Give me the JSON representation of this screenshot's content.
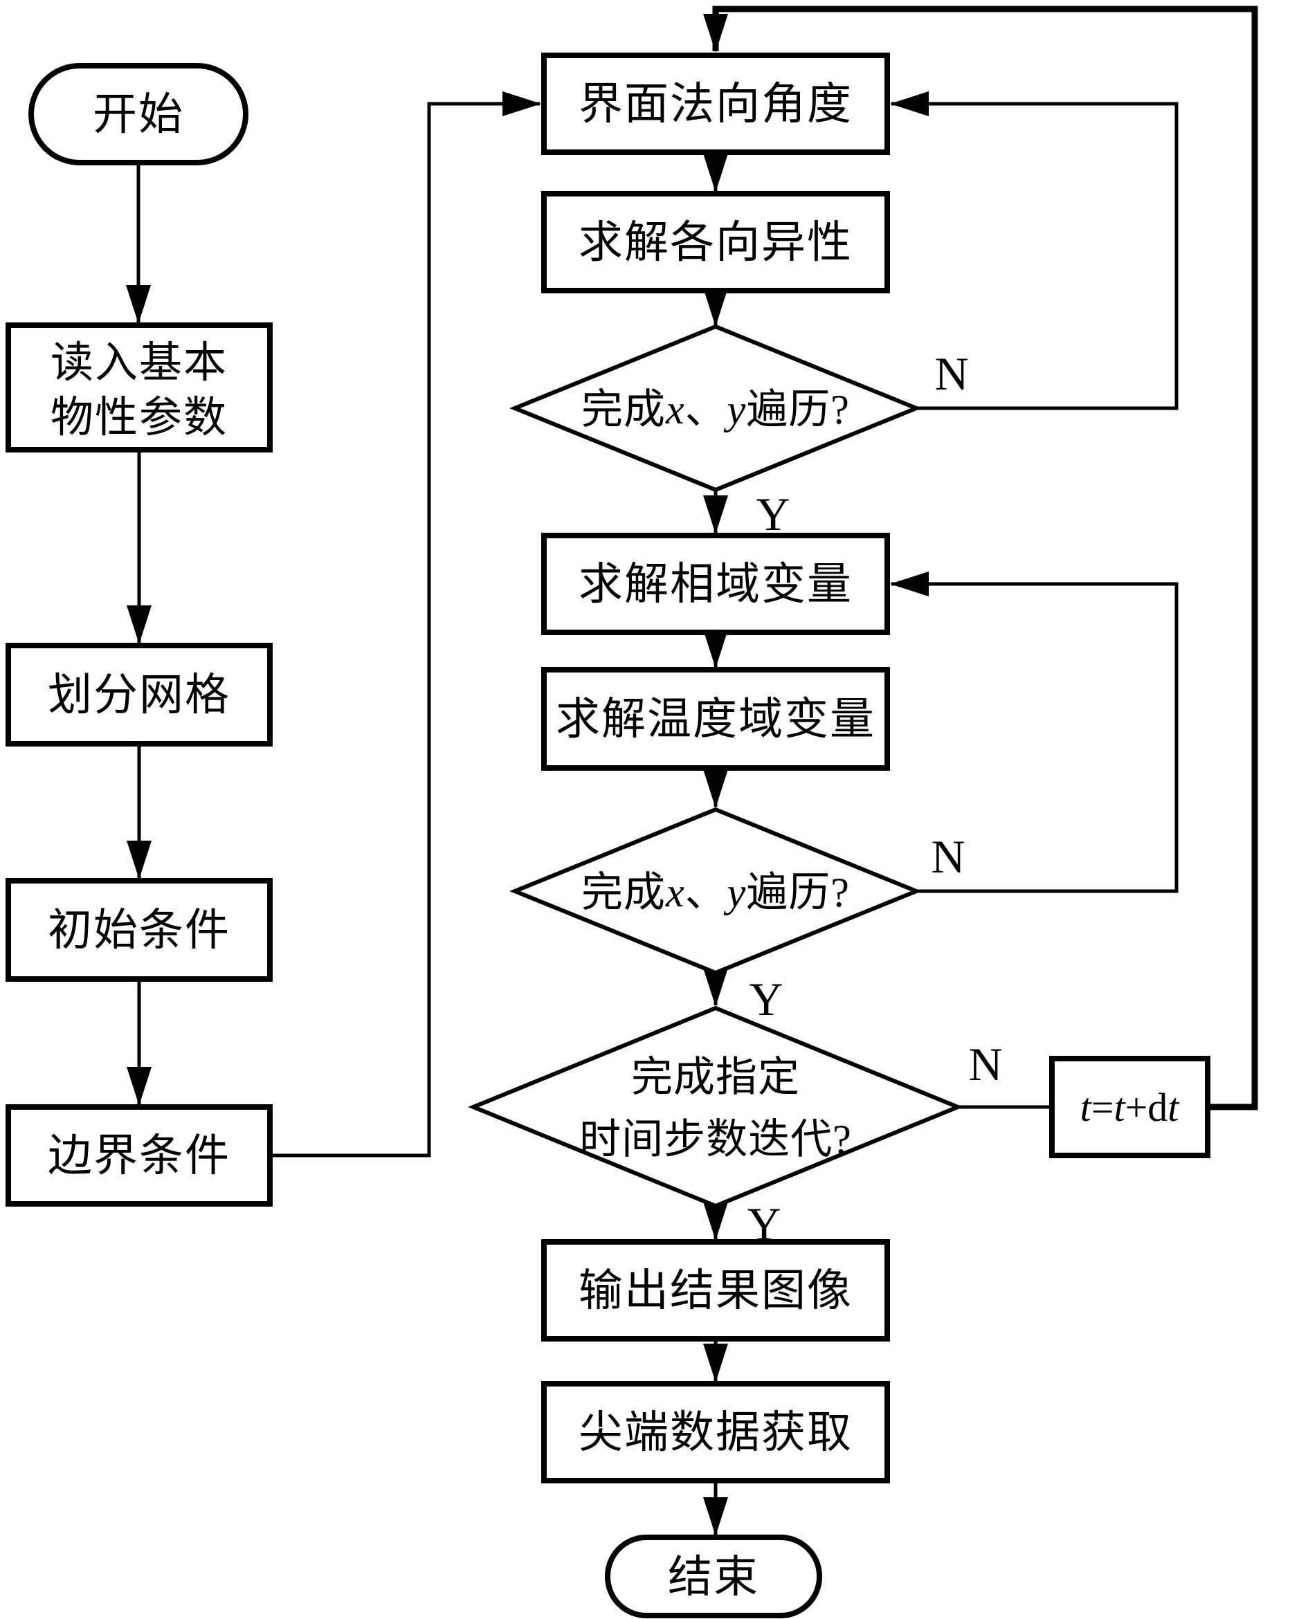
{
  "nodes": {
    "start": {
      "label": "开始"
    },
    "read_params": {
      "line1": "读入基本",
      "line2": "物性参数"
    },
    "mesh": {
      "label": "划分网格"
    },
    "initial": {
      "label": "初始条件"
    },
    "boundary": {
      "label": "边界条件"
    },
    "normal_angle": {
      "label": "界面法向角度"
    },
    "anisotropy": {
      "label": "求解各向异性"
    },
    "loop_xy": {
      "p1": "完成",
      "x": "x",
      "comma": "、",
      "y": "y",
      "p2": "遍历?"
    },
    "phase_field": {
      "label": "求解相域变量"
    },
    "temp_field": {
      "label": "求解温度域变量"
    },
    "time_steps": {
      "line1": "完成指定",
      "line2": "时间步数迭代?"
    },
    "time_update": {
      "t": "t",
      "eq": "=",
      "plus_d": "+d"
    },
    "output_images": {
      "label": "输出结果图像"
    },
    "tip_data": {
      "label": "尖端数据获取"
    },
    "end": {
      "label": "结束"
    }
  },
  "edge_labels": {
    "loop1_no": "N",
    "loop1_yes": "Y",
    "loop2_no": "N",
    "loop2_yes": "Y",
    "loop3_no": "N",
    "loop3_yes": "Y"
  },
  "colors": {
    "line": "#000000",
    "fill": "#ffffff"
  }
}
